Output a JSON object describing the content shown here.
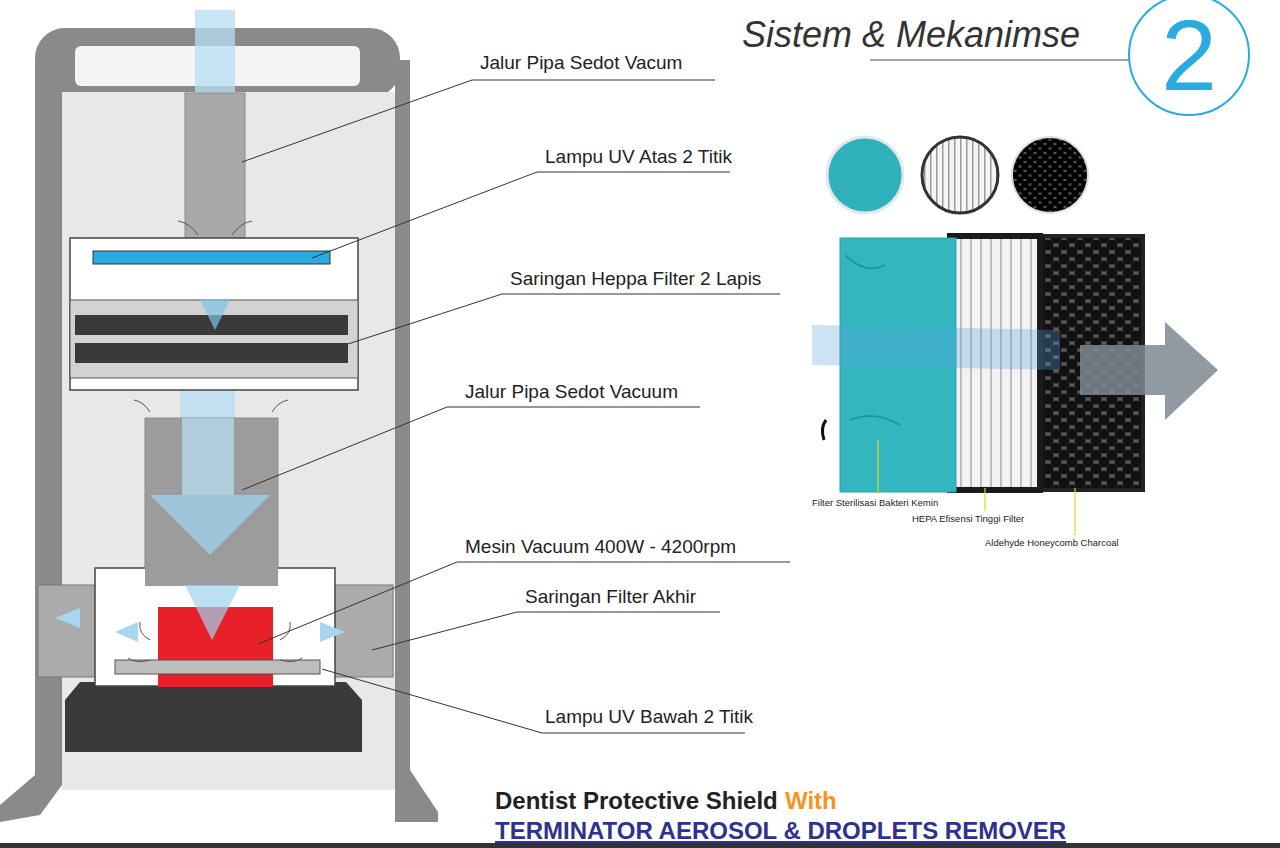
{
  "diagram": {
    "title": "Sistem & Mekanimse",
    "nodes": [
      {
        "text": [
          "2"
        ]
      }
    ],
    "labels": [
      "Jalur Pipa Sedot Vacum",
      "Lampu UV Atas 2 Titik",
      "Saringan Heppa Filter 2 Lapis",
      "Jalur Pipa Sedot Vacuum",
      "Mesin Vacuum 400W - 4200rpm",
      "Saringan Filter Akhir",
      "Lampu UV Bawah 2 Titik",
      "Filter Sterilisasi Bakteri Kemin",
      "HEPA Efisensi Tinggi Filter",
      "Aldehyde Honeycomb Charcoal",
      "Dentist Protective Shield",
      "With",
      "TERMINATOR AEROSOL & DROPLETS REMOVER"
    ]
  }
}
